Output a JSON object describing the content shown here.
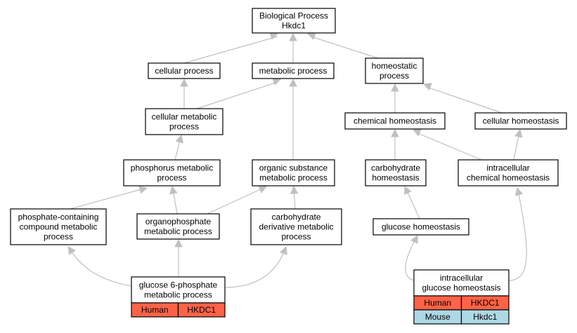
{
  "nodes": {
    "bio_process": {
      "lines": [
        "Biological Process",
        "Hkdc1"
      ]
    },
    "cellular_process": {
      "lines": [
        "cellular process"
      ]
    },
    "metabolic_process": {
      "lines": [
        "metabolic process"
      ]
    },
    "homeostatic_process": {
      "lines": [
        "homeostatic",
        "process"
      ]
    },
    "cellular_metabolic": {
      "lines": [
        "cellular metabolic",
        "process"
      ]
    },
    "chemical_homeostasis": {
      "lines": [
        "chemical homeostasis"
      ]
    },
    "cellular_homeostasis": {
      "lines": [
        "cellular homeostasis"
      ]
    },
    "phosphorus_metabolic": {
      "lines": [
        "phosphorus metabolic",
        "process"
      ]
    },
    "organic_substance": {
      "lines": [
        "organic substance",
        "metabolic process"
      ]
    },
    "carbohydrate_homeostasis": {
      "lines": [
        "carbohydrate",
        "homeostasis"
      ]
    },
    "intracellular_chemical": {
      "lines": [
        "intracellular",
        "chemical homeostasis"
      ]
    },
    "phosphate_containing": {
      "lines": [
        "phosphate-containing",
        "compound metabolic",
        "process"
      ]
    },
    "organophosphate": {
      "lines": [
        "organophosphate",
        "metabolic process"
      ]
    },
    "carbohydrate_derivative": {
      "lines": [
        "carbohydrate",
        "derivative metabolic",
        "process"
      ]
    },
    "glucose_homeostasis": {
      "lines": [
        "glucose homeostasis"
      ]
    },
    "glucose6p": {
      "lines": [
        "glucose 6-phosphate",
        "metabolic process"
      ]
    },
    "intracellular_glucose": {
      "lines": [
        "intracellular",
        "glucose homeostasis"
      ]
    }
  },
  "annotations": {
    "glucose6p": [
      {
        "species": "Human",
        "gene": "HKDC1",
        "color": "#ff6347"
      }
    ],
    "intracellular_glucose": [
      {
        "species": "Human",
        "gene": "HKDC1",
        "color": "#ff6347"
      },
      {
        "species": "Mouse",
        "gene": "Hkdc1",
        "color": "#add8e6"
      }
    ]
  },
  "colors": {
    "edge": "#c0c0c0",
    "human": "#ff6347",
    "mouse": "#add8e6"
  }
}
